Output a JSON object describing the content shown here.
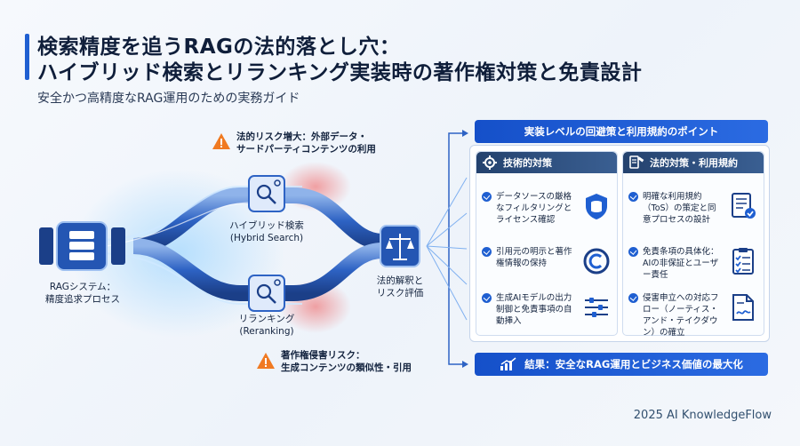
{
  "header": {
    "title_line1": "検索精度を追うRAGの法的落とし穴：",
    "title_line2": "ハイブリッド検索とリランキング実装時の著作権対策と免責設計",
    "subtitle": "安全かつ高精度なRAG運用のための実務ガイド"
  },
  "flow": {
    "rag_system": [
      "RAGシステム：",
      "精度追求プロセス"
    ],
    "hybrid_search": [
      "ハイブリッド検索",
      "(Hybrid Search)"
    ],
    "reranking": [
      "リランキング",
      "(Reranking)"
    ],
    "legal_eval": [
      "法的解釈と",
      "リスク評価"
    ],
    "risk_external": [
      "法的リスク増大：外部データ・",
      "サードパーティコンテンツの利用"
    ],
    "risk_copyright": [
      "著作権侵害リスク：",
      "生成コンテンツの類似性・引用"
    ]
  },
  "panel": {
    "top_banner": "実装レベルの回避策と利用規約のポイント",
    "technical": {
      "heading": "技術的対策",
      "icon": "gear-icon",
      "items": [
        {
          "text": "データソースの厳格なフィルタリングとライセンス確認",
          "icon": "shield-database-icon"
        },
        {
          "text": "引用元の明示と著作権情報の保持",
          "icon": "copyright-icon"
        },
        {
          "text": "生成AIモデルの出力制御と免責事項の自動挿入",
          "icon": "sliders-icon"
        }
      ]
    },
    "legal": {
      "heading": "法的対策・利用規約",
      "icon": "gavel-document-icon",
      "items": [
        {
          "text": "明確な利用規約（ToS）の策定と同意プロセスの設計",
          "icon": "contract-icon"
        },
        {
          "text": "免責条項の具体化：AIの非保証とユーザー責任",
          "icon": "checklist-icon"
        },
        {
          "text": "侵害申立への対応フロー（ノーティス・アンド・テイクダウン）の確立",
          "icon": "signed-document-icon"
        }
      ]
    },
    "bottom_banner": "結果：安全なRAG運用とビジネス価値の最大化"
  },
  "footer": "2025 AI KnowledgeFlow",
  "colors": {
    "primary": "#1f5fd1",
    "dark_header": "#24426e",
    "warning": "#f07a22",
    "risk_glow": "#ef5a5a"
  }
}
